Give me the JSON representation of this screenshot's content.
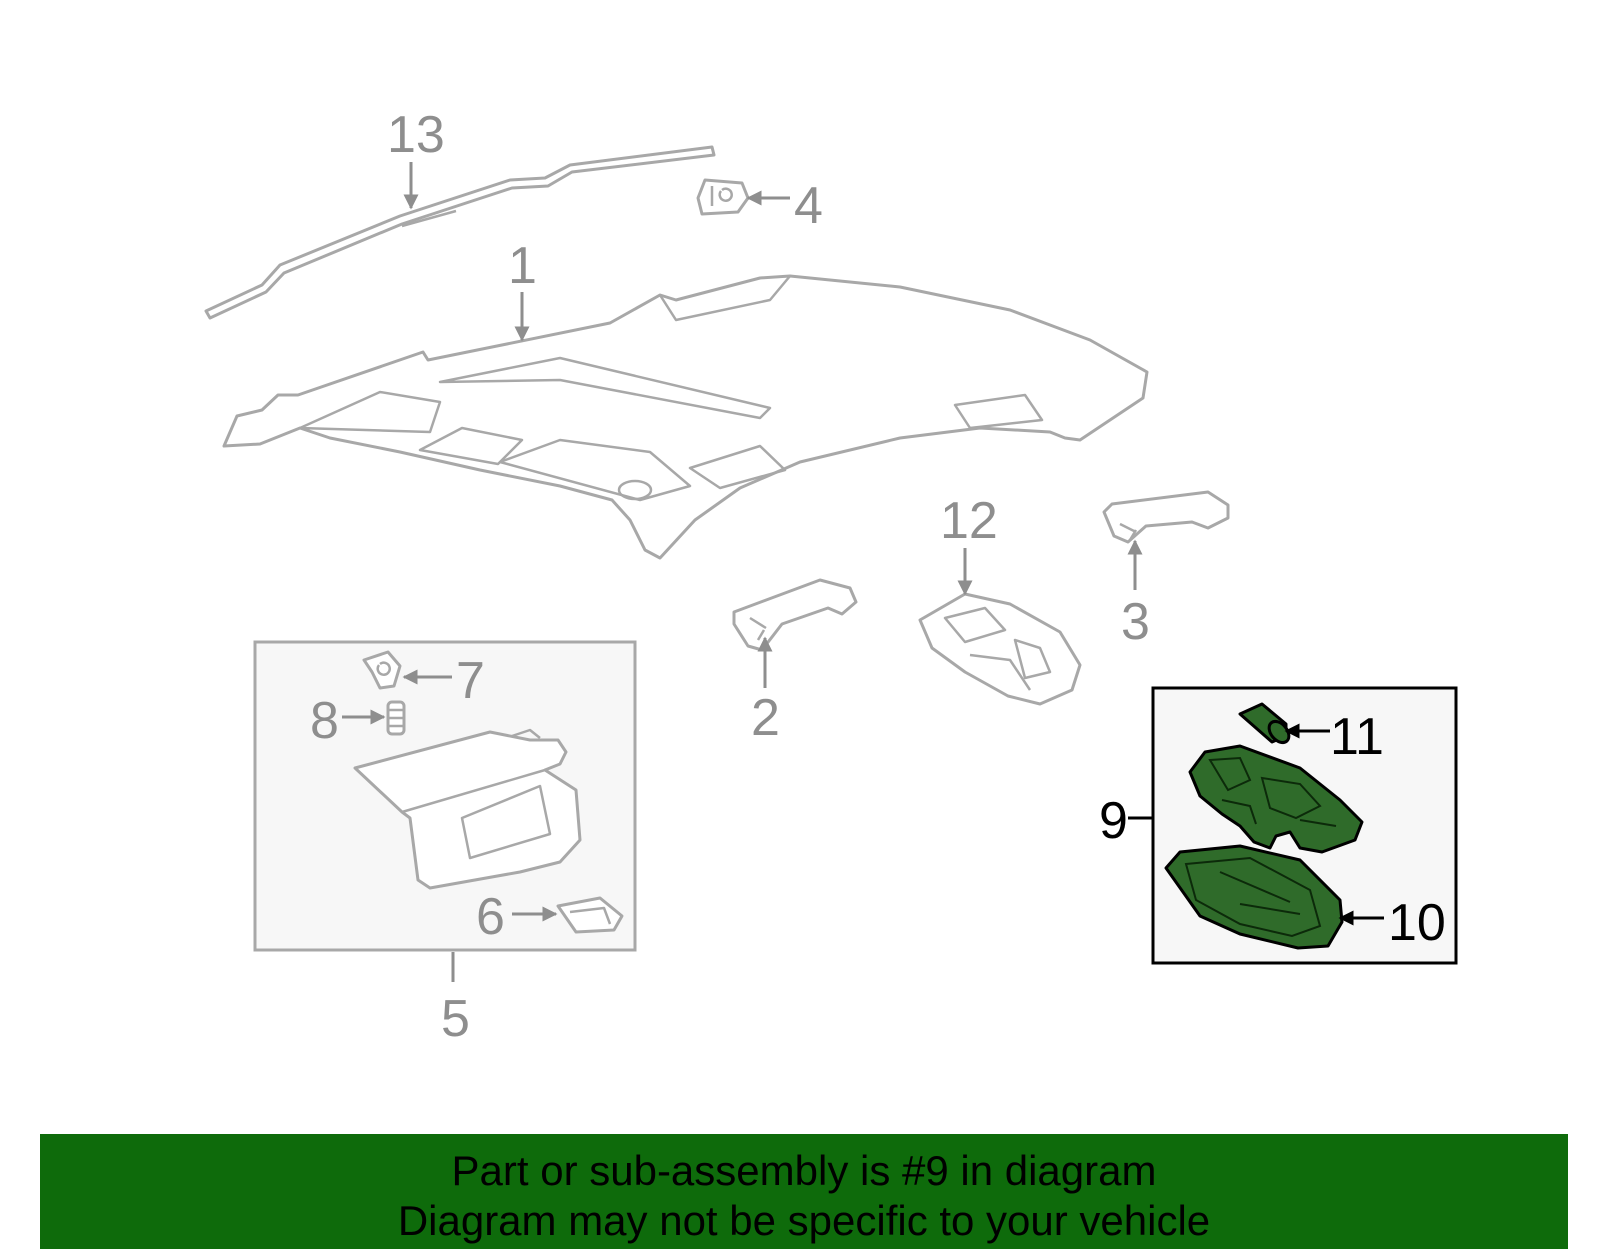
{
  "diagram": {
    "callouts": {
      "c1": "1",
      "c2": "2",
      "c3": "3",
      "c4": "4",
      "c5": "5",
      "c6": "6",
      "c7": "7",
      "c8": "8",
      "c9": "9",
      "c10": "10",
      "c11": "11",
      "c12": "12",
      "c13": "13"
    },
    "highlighted_part": "9"
  },
  "banner": {
    "line1": "Part or sub-assembly is #9 in diagram",
    "line2": "Diagram may not be specific to your vehicle"
  },
  "colors": {
    "banner_background": "#0e6b0b",
    "highlight_fill": "#2f6b2a",
    "part_outline": "#a8a8a8",
    "callout_gray": "#8e8e8e"
  }
}
